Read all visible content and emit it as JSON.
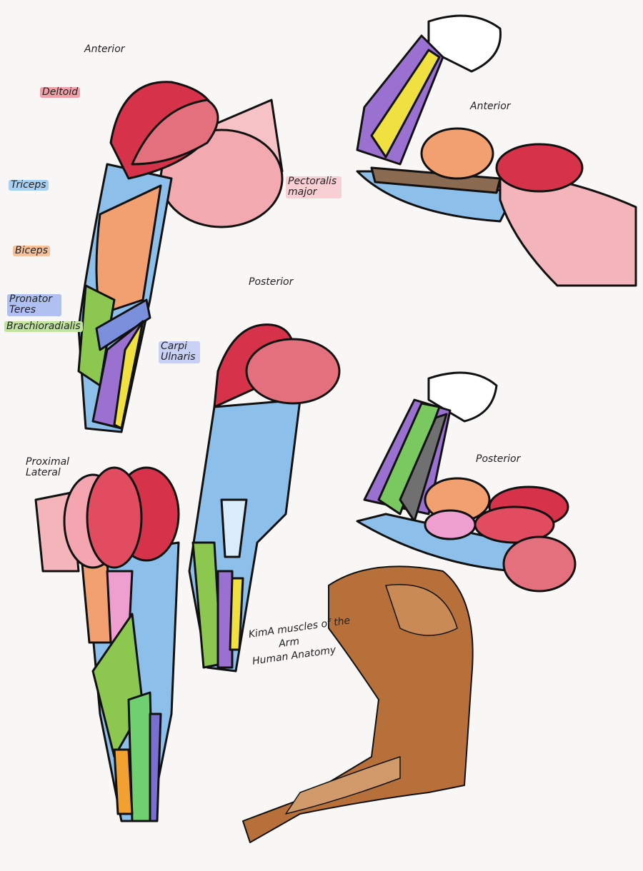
{
  "labels": {
    "anterior_1": "Anterior",
    "deltoid": "Deltoid",
    "triceps": "Triceps",
    "biceps": "Biceps",
    "pronator_teres": "Pronator Teres",
    "brachioradialis": "Brachioradialis",
    "carpi_ulnaris": "Carpi Ulnaris",
    "pectoralis_major": "Pectoralis major",
    "anterior_2": "Anterior",
    "posterior_1": "Posterior",
    "proximal_lateral": "Proximal Lateral",
    "posterior_2": "Posterior"
  },
  "caption": {
    "author": "KimA",
    "line1": "muscles of the",
    "line2": "Arm",
    "line3": "Human Anatomy"
  },
  "colors": {
    "deltoid": "#d6334a",
    "pectoralis": "#f0a0a8",
    "triceps": "#8cc0ea",
    "biceps": "#f2a070",
    "pronator_teres": "#7a90dd",
    "brachioradialis": "#8cc850",
    "carpi": "#f0e040",
    "flexor": "#9a70d0",
    "brown": "#b8703a"
  }
}
